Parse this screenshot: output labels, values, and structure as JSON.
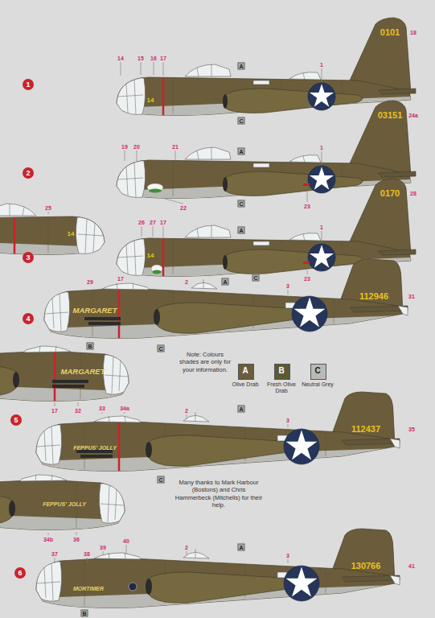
{
  "diagram": {
    "labels": [
      "1",
      "14",
      "15",
      "16",
      "17",
      "1",
      "18",
      "A",
      "C",
      "0101",
      "14",
      "2",
      "19",
      "20",
      "21",
      "1",
      "24a",
      "A",
      "C",
      "22",
      "23",
      "03151",
      "3",
      "25",
      "14",
      "26",
      "27",
      "17",
      "1",
      "A",
      "C",
      "23",
      "28",
      "0170",
      "14",
      "4",
      "29",
      "17",
      "2",
      "3",
      "A",
      "31",
      "112946",
      "MARGARET",
      "B",
      "C",
      "MARGARET",
      "17",
      "32",
      "Note: Colours shades are only for your information.",
      "A",
      "B",
      "C",
      "5",
      "33",
      "34a",
      "2",
      "3",
      "A",
      "35",
      "112437",
      "FEPPUS' JOLLY",
      "C",
      "Many thanks to Mark Harbour (Bostons) and Chris Hammerbeck (Mitchells) for their help.",
      "FEPPUS' JOLLY",
      "6",
      "34b",
      "36",
      "37",
      "38",
      "39",
      "40",
      "2",
      "3",
      "A",
      "41",
      "130766",
      "MORTIMER",
      "B"
    ],
    "legend": [
      {
        "text": "Olive Drab",
        "color": "#6b5d3c"
      },
      {
        "text": "Fresh Olive Drab",
        "color": "#5c5a34"
      },
      {
        "text": "Neutral Grey",
        "color": "#b9bab5"
      }
    ]
  }
}
